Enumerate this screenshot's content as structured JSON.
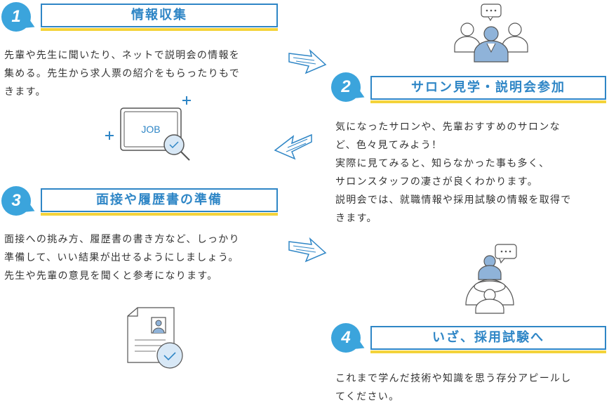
{
  "steps": [
    {
      "number": "1",
      "title": "情報収集",
      "lines": [
        "先輩や先生に聞いたり、ネットで説明会の情報を",
        "集める。先生から求人票の紹介をもらったりもで",
        "きます。"
      ]
    },
    {
      "number": "2",
      "title": "サロン見学・説明会参加",
      "lines": [
        "気になったサロンや、先輩おすすめのサロンな",
        "ど、色々見てみよう！",
        "実際に見てみると、知らなかった事も多く、",
        "サロンスタッフの凄さが良くわかります。",
        "説明会では、就職情報や採用試験の情報を取得で",
        "きます。"
      ]
    },
    {
      "number": "3",
      "title": "面接や履歴書の準備",
      "lines": [
        "面接への挑み方、履歴書の書き方など、しっかり",
        "準備して、いい結果が出せるようにしましょう。",
        "先生や先輩の意見を聞くと参考になります。"
      ]
    },
    {
      "number": "4",
      "title": "いざ、採用試験へ",
      "lines": [
        "これまで学んだ技術や知識を思う存分アピールし",
        "てください。"
      ]
    }
  ],
  "job_icon_label": "JOB",
  "icons": [
    "job-search-icon",
    "group-meeting-icon",
    "interview-icon",
    "resume-check-icon",
    "arrow-right-icon",
    "arrow-left-icon"
  ],
  "colors": {
    "badge": "#3ba4dc",
    "title_border": "#2f86c6",
    "underline": "#f4d33a",
    "icon_fill": "#8fb3d9",
    "icon_stroke": "#555555"
  }
}
